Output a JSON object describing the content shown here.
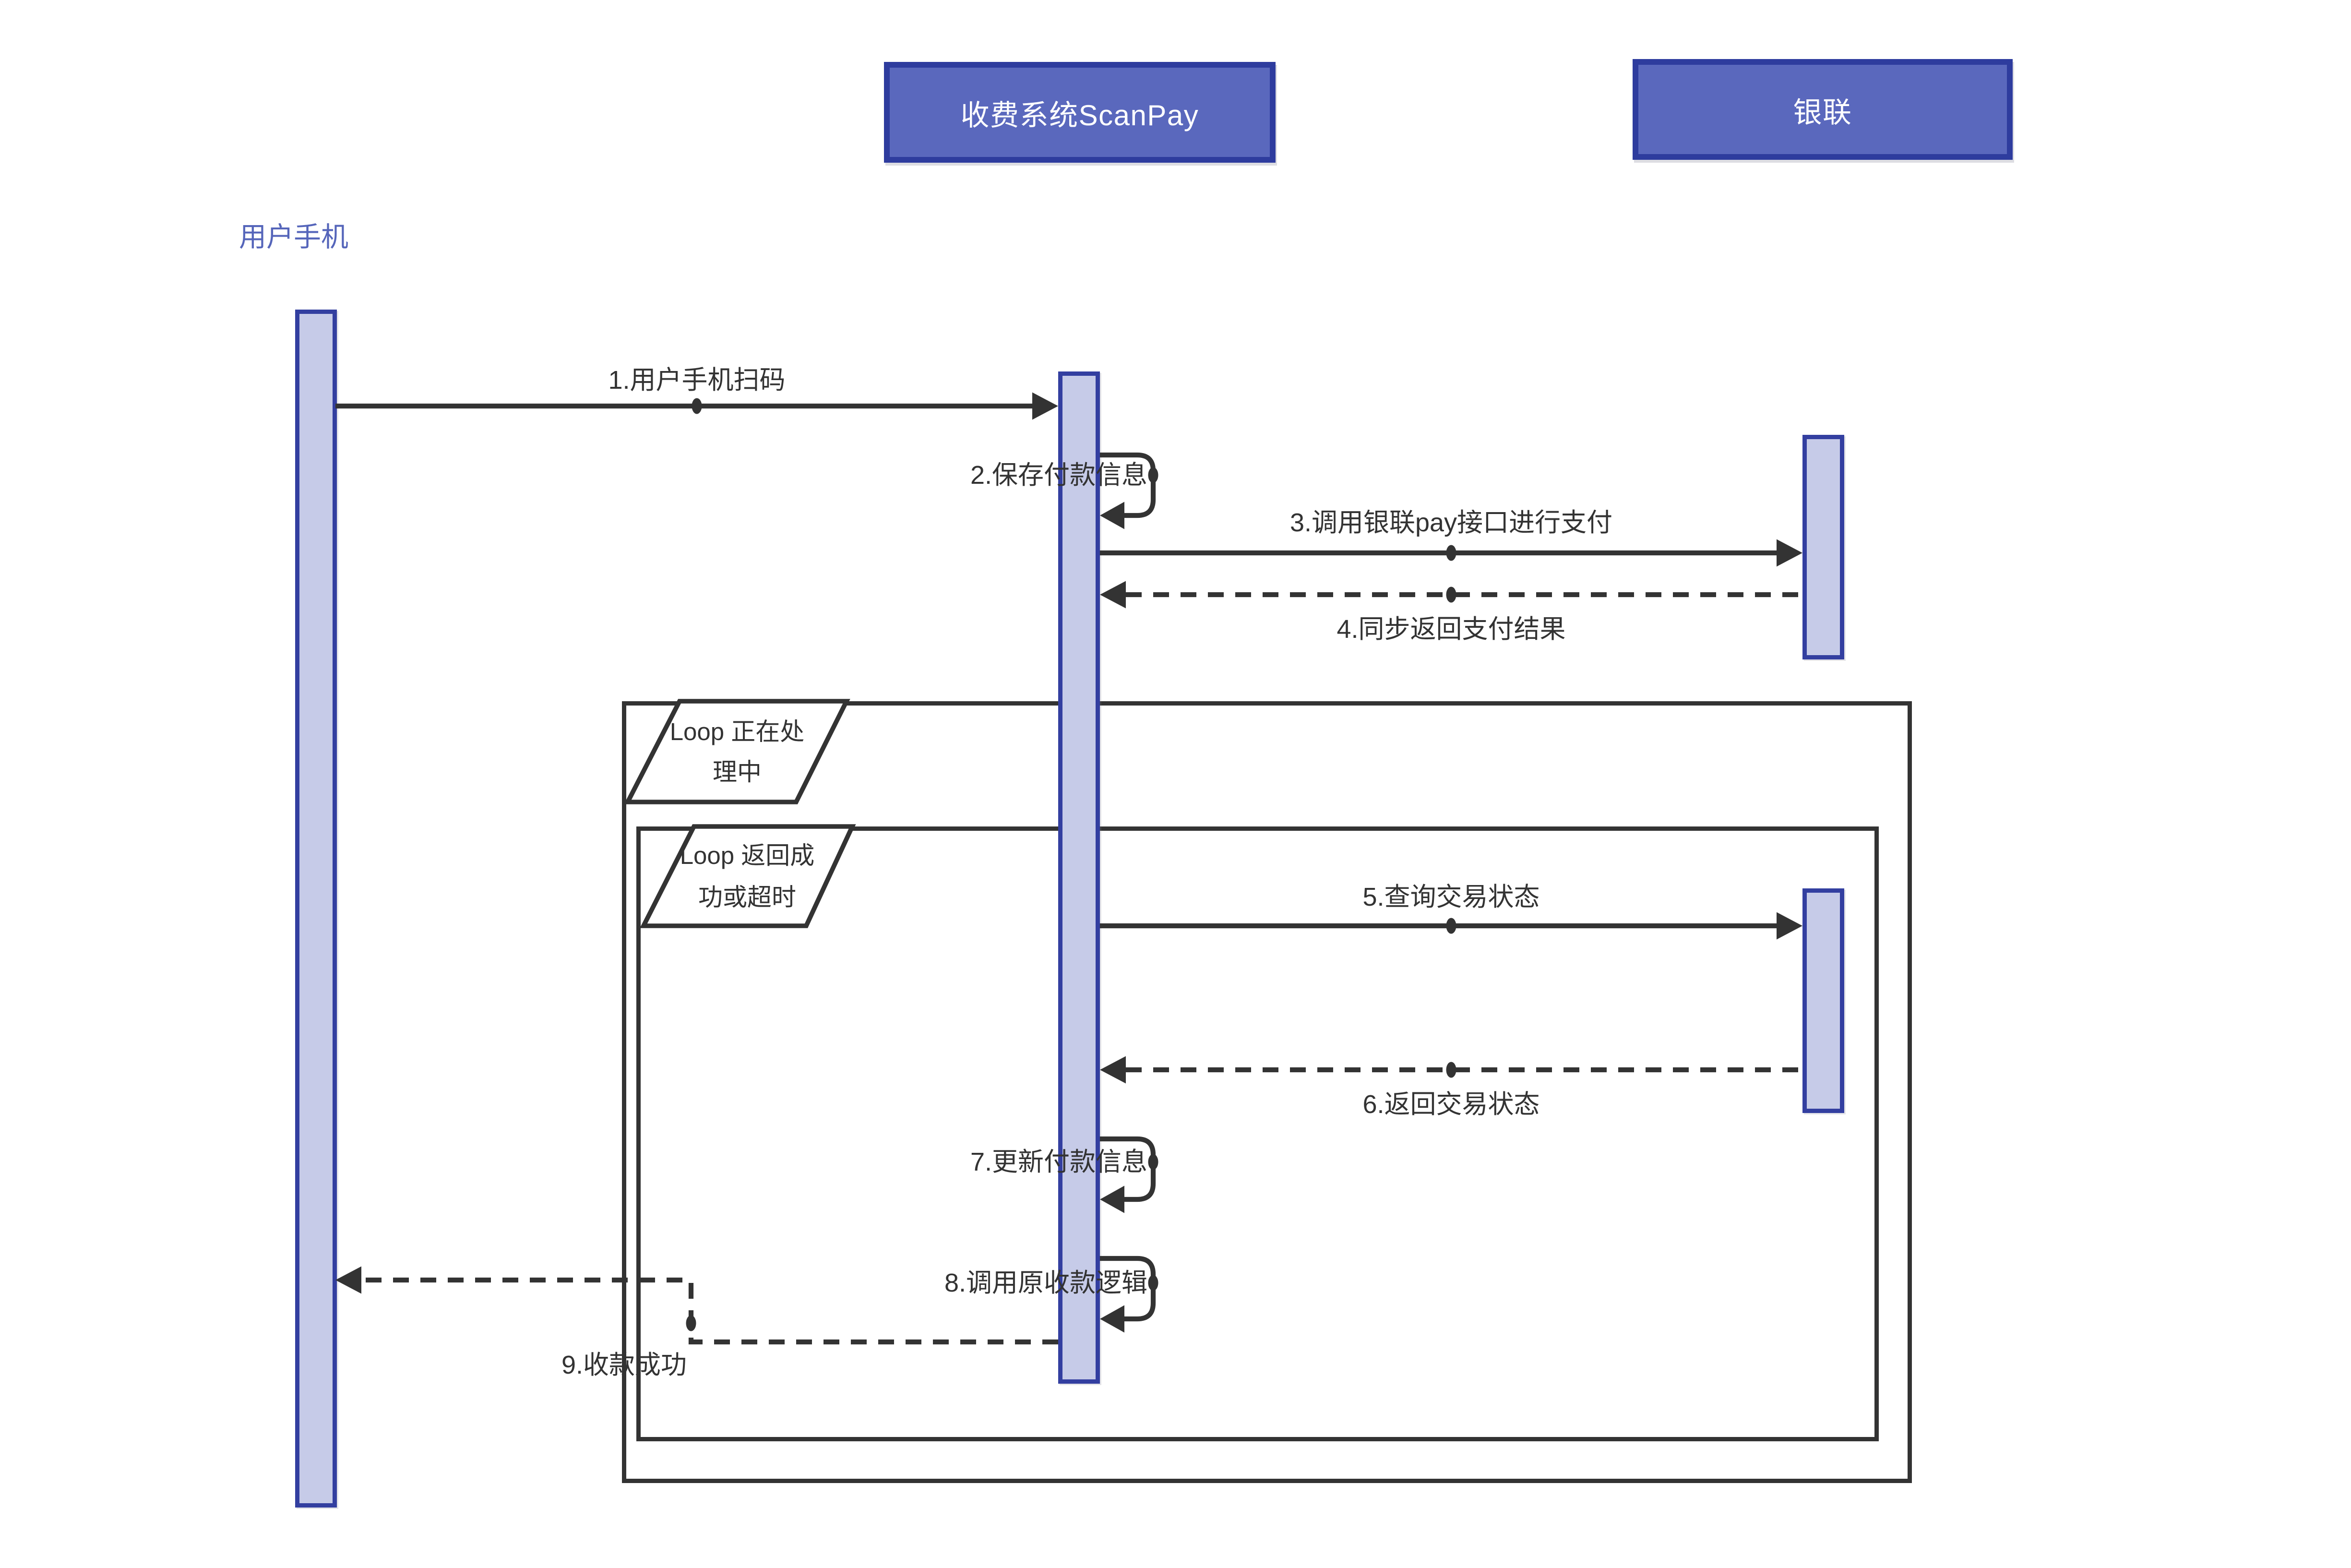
{
  "participants": {
    "user": {
      "label": "用户手机"
    },
    "scanpay": {
      "label": "收费系统ScanPay"
    },
    "unionpay": {
      "label": "银联"
    }
  },
  "messages": {
    "m1": {
      "label": "1.用户手机扫码",
      "type": "solid-arrow"
    },
    "m2": {
      "label": "2.保存付款信息",
      "type": "self-message"
    },
    "m3": {
      "label": "3.调用银联pay接口进行支付",
      "type": "solid-arrow"
    },
    "m4": {
      "label": "4.同步返回支付结果",
      "type": "dashed-return"
    },
    "m5": {
      "label": "5.查询交易状态",
      "type": "solid-arrow"
    },
    "m6": {
      "label": "6.返回交易状态",
      "type": "dashed-return"
    },
    "m7": {
      "label": "7.更新付款信息",
      "type": "self-message"
    },
    "m8": {
      "label": "8.调用原收款逻辑",
      "type": "self-message"
    },
    "m9": {
      "label": "9.收款成功",
      "type": "dashed-return"
    }
  },
  "loops": {
    "outer": {
      "line1": "Loop 正在处",
      "line2": "理中"
    },
    "inner": {
      "line1": "Loop 返回成",
      "line2": "功或超时"
    }
  },
  "colors": {
    "box-fill": "#5A68BD",
    "box-border": "#2E3C9E",
    "bar-fill": "#C6CBE8",
    "bar-border": "#333FA0",
    "ink": "#333333",
    "user-label": "#5565BA"
  }
}
